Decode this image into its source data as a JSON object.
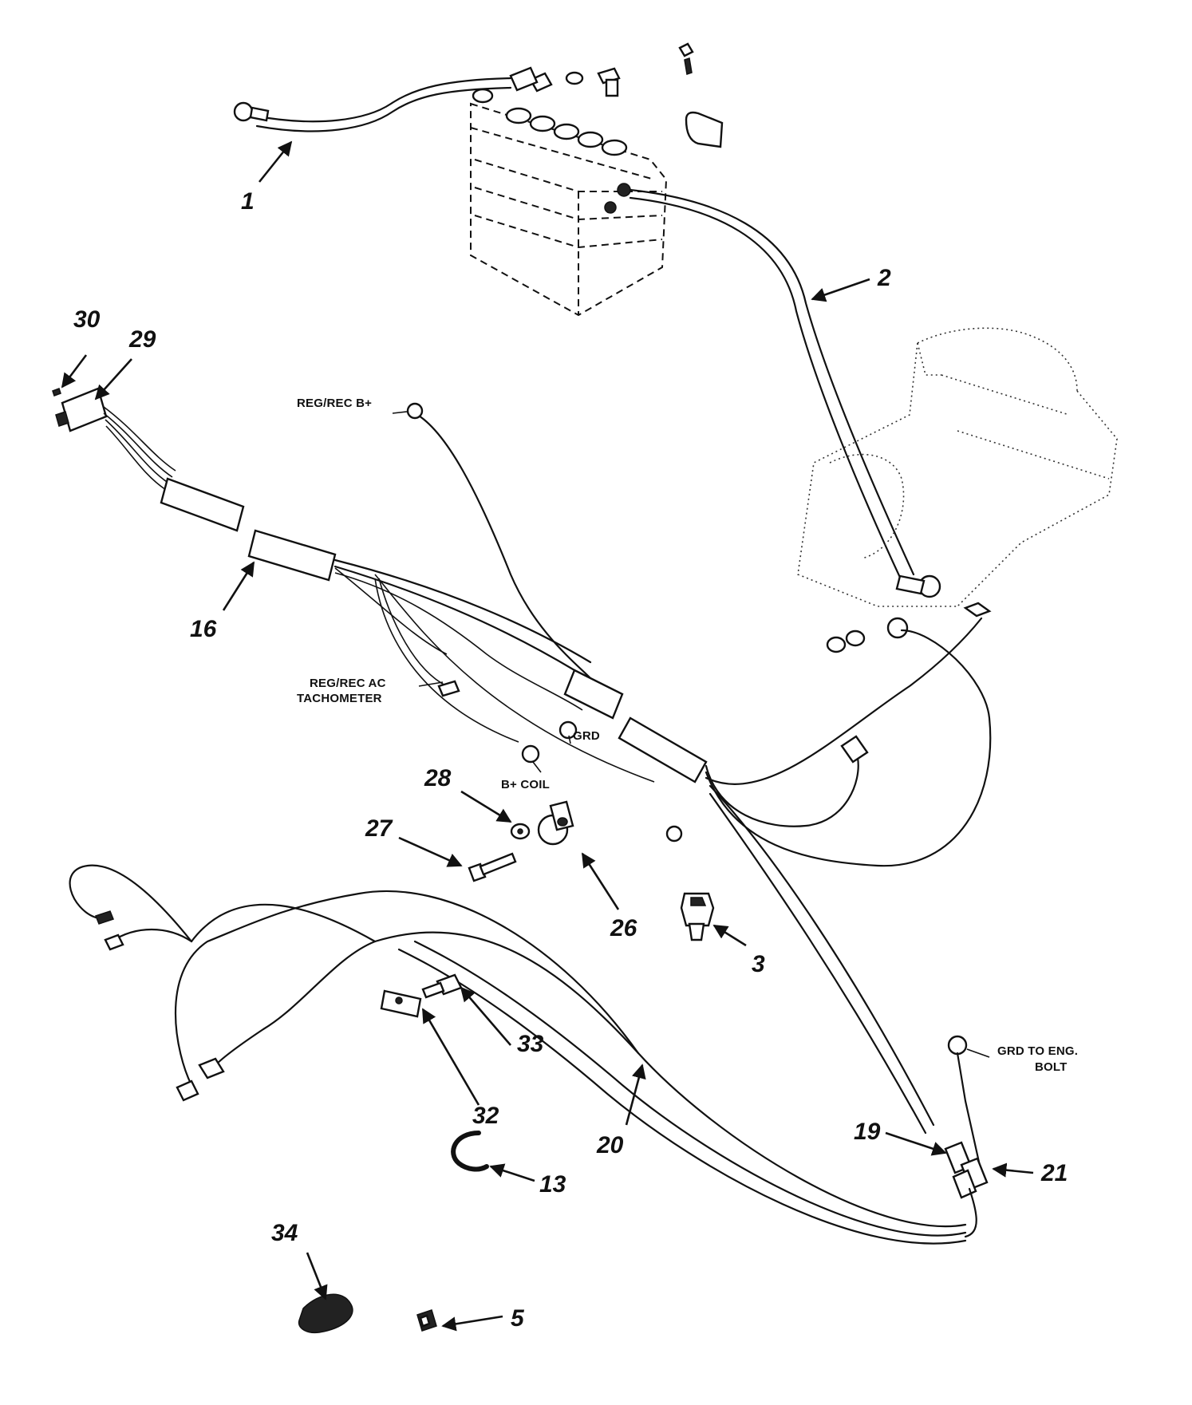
{
  "callouts": [
    {
      "id": "c1",
      "number": "1"
    },
    {
      "id": "c2",
      "number": "2"
    },
    {
      "id": "c3",
      "number": "3"
    },
    {
      "id": "c5",
      "number": "5"
    },
    {
      "id": "c13",
      "number": "13"
    },
    {
      "id": "c16",
      "number": "16"
    },
    {
      "id": "c19",
      "number": "19"
    },
    {
      "id": "c20",
      "number": "20"
    },
    {
      "id": "c21",
      "number": "21"
    },
    {
      "id": "c26",
      "number": "26"
    },
    {
      "id": "c27",
      "number": "27"
    },
    {
      "id": "c28",
      "number": "28"
    },
    {
      "id": "c29",
      "number": "29"
    },
    {
      "id": "c30",
      "number": "30"
    },
    {
      "id": "c32",
      "number": "32"
    },
    {
      "id": "c33",
      "number": "33"
    },
    {
      "id": "c34",
      "number": "34"
    }
  ],
  "labels": {
    "reg_rec_b": "REG/REC B+",
    "reg_rec_ac_line1": "REG/REC AC",
    "reg_rec_ac_line2": "TACHOMETER",
    "grd": "GRD",
    "b_coil": "B+ COIL",
    "grd_eng_line1": "GRD TO ENG.",
    "grd_eng_line2": "BOLT"
  }
}
